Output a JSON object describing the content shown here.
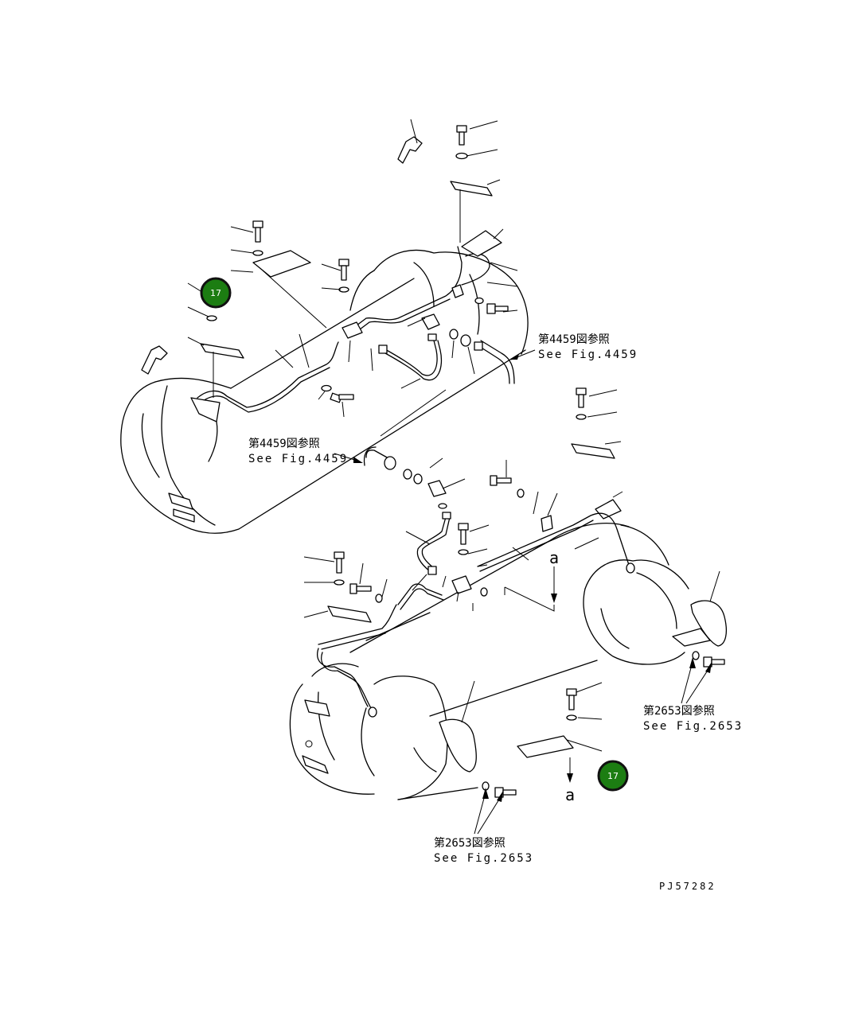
{
  "refs": {
    "fig4459_upper": {
      "jp": "第4459図参照",
      "en": "See Fig.4459"
    },
    "fig4459_left": {
      "jp": "第4459図参照",
      "en": "See Fig.4459"
    },
    "fig2653_right": {
      "jp": "第2653図参照",
      "en": "See Fig.2653"
    },
    "fig2653_bottom": {
      "jp": "第2653図参照",
      "en": "See Fig.2653"
    }
  },
  "section_markers": {
    "upper": "a",
    "lower": "a"
  },
  "callouts": [
    {
      "label": "17"
    },
    {
      "label": "17"
    }
  ],
  "drawing_code": "PJ57282",
  "colors": {
    "callout_fill": "#1c7d12",
    "line": "#000000"
  }
}
